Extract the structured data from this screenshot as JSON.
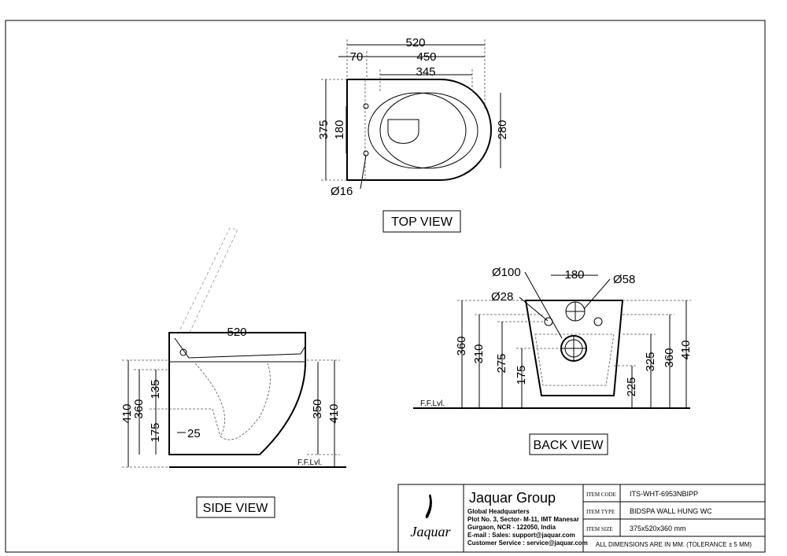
{
  "views": {
    "top": {
      "label": "TOP VIEW",
      "dims": {
        "overall_length": "520",
        "seat_offset": "70",
        "seat_length": "450",
        "opening_length": "345",
        "width": "375",
        "hole_spacing": "180",
        "inner_width": "280",
        "hole_dia": "Ø16"
      }
    },
    "side": {
      "label": "SIDE VIEW",
      "dims": {
        "length": "520",
        "total_height": "410",
        "height": "360",
        "seat_depth": "135",
        "inlet_height": "175",
        "outlet_offset": "25",
        "bowl_height": "350",
        "right_height": "410",
        "floor": "F.F.Lvl."
      }
    },
    "back": {
      "label": "BACK VIEW",
      "dims": {
        "outlet_dia": "Ø100",
        "spacing": "180",
        "inlet_dia": "Ø58",
        "bolt_dia": "Ø28",
        "h360": "360",
        "h310": "310",
        "h275": "275",
        "h175": "175",
        "h225": "225",
        "h325": "325",
        "h360r": "360",
        "h410": "410",
        "floor": "F.F.Lvl."
      }
    }
  },
  "title_block": {
    "logo_text": "Jaquar",
    "company": "Jaquar Group",
    "address_lines": [
      "Global Headquarters",
      "Plot No. 3, Sector- M-11, IMT Manesar",
      "Gurgaon, NCR - 122050, India",
      "E-mail : Sales: support@jaquar.com",
      "Customer Service : service@jaquar.com"
    ],
    "fields": [
      {
        "key": "ITEM CODE",
        "value": "ITS-WHT-6953NBIPP"
      },
      {
        "key": "ITEM TYPE",
        "value": "BIDSPA WALL HUNG WC"
      },
      {
        "key": "ITEM SIZE",
        "value": "375x520x360 mm"
      }
    ],
    "note": "ALL DIMENSIONS ARE IN MM. (TOLERANCE ± 5 MM)"
  }
}
